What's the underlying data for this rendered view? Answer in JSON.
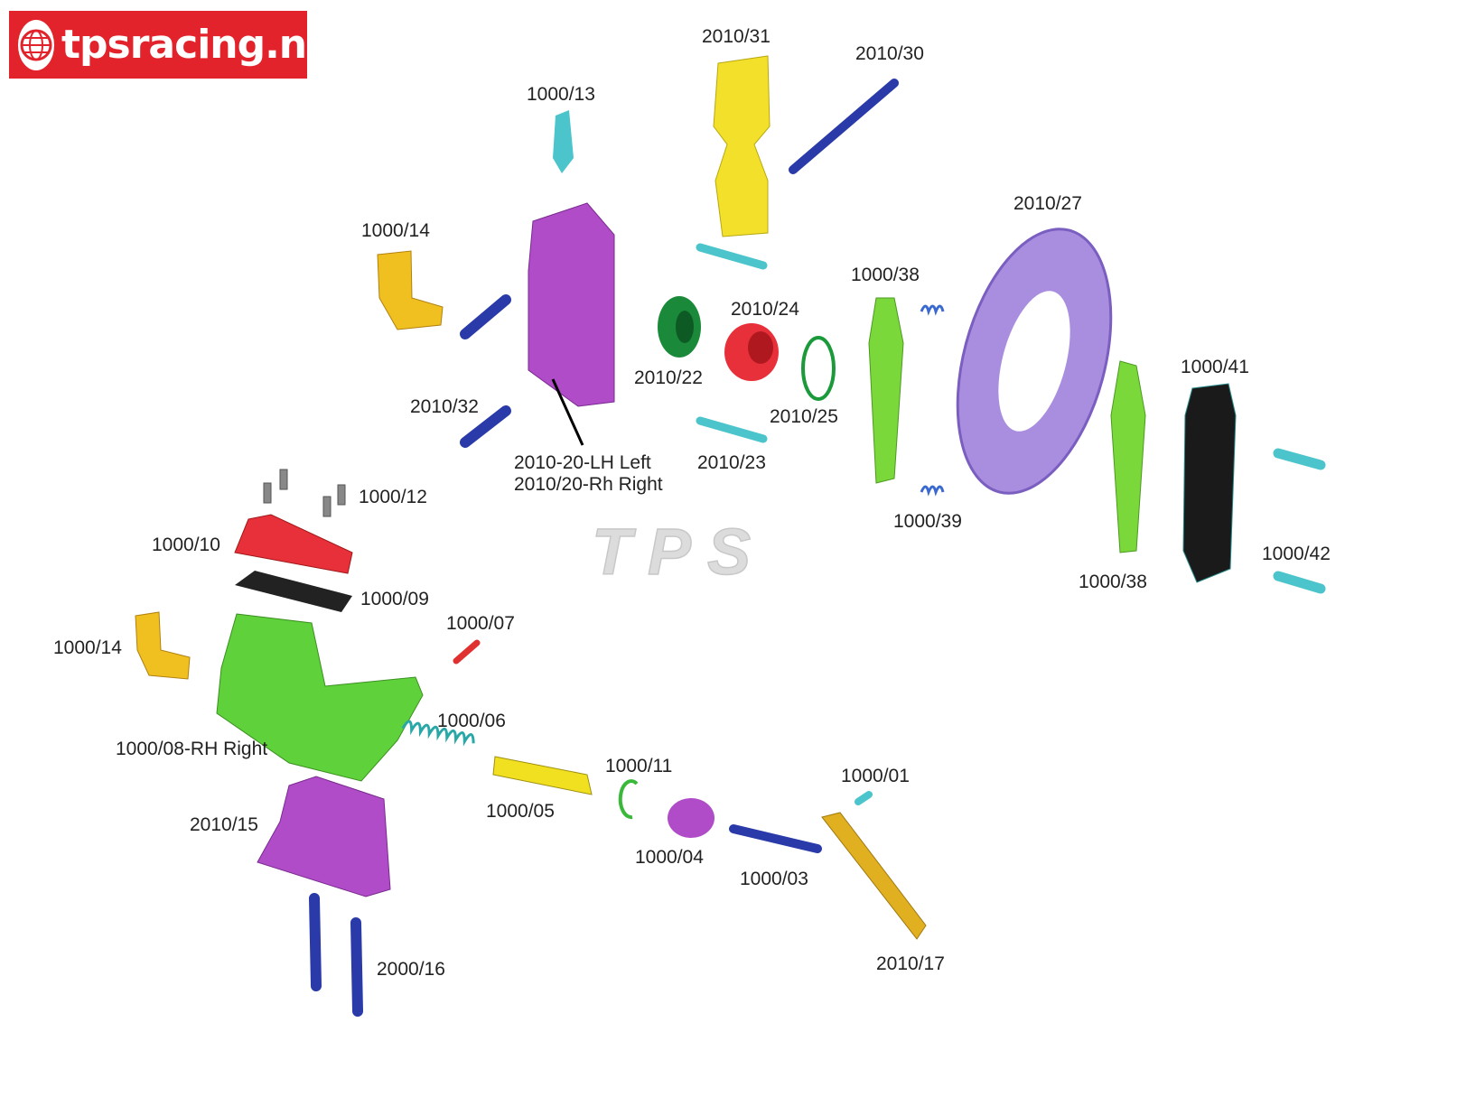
{
  "logo": {
    "text": "tpsracing.nl"
  },
  "watermark": "TPS",
  "labels": {
    "l2010_31": "2010/31",
    "l2010_30": "2010/30",
    "l1000_13": "1000/13",
    "l1000_14a": "1000/14",
    "l2010_27": "2010/27",
    "l1000_38a": "1000/38",
    "l2010_24": "2010/24",
    "l1000_41": "1000/41",
    "l2010_22": "2010/22",
    "l2010_32": "2010/32",
    "l2010_25": "2010/25",
    "l2010_20_left": "2010-20-LH Left",
    "l2010_20_right": "2010/20-Rh Right",
    "l2010_23": "2010/23",
    "l1000_12": "1000/12",
    "l1000_39": "1000/39",
    "l1000_10": "1000/10",
    "l1000_42": "1000/42",
    "l1000_38b": "1000/38",
    "l1000_09": "1000/09",
    "l1000_07": "1000/07",
    "l1000_14b": "1000/14",
    "l1000_06": "1000/06",
    "l1000_08": "1000/08-RH Right",
    "l1000_11": "1000/11",
    "l1000_01": "1000/01",
    "l1000_05": "1000/05",
    "l2010_15": "2010/15",
    "l1000_04": "1000/04",
    "l1000_03": "1000/03",
    "l2010_17": "2010/17",
    "l2000_16": "2000/16"
  },
  "colors": {
    "brand": "#e2232b",
    "purple": "#b04cc8",
    "green": "#5fd13a",
    "yellow": "#f2e02a",
    "navy": "#2a3aa8",
    "cyan": "#4cc4cc",
    "lavender": "#a98ee0"
  }
}
